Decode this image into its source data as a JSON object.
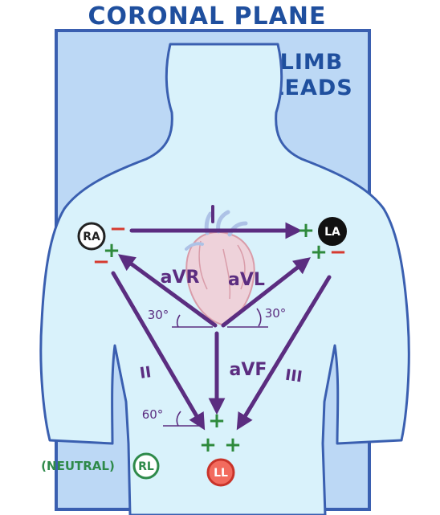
{
  "title": "CORONAL PLANE",
  "subtitle": [
    "LIMB",
    "LEADS"
  ],
  "electrodes": {
    "ra": "RA",
    "la": "LA",
    "rl": "RL",
    "ll": "LL"
  },
  "neutral_label": "(NEUTRAL)",
  "leads": {
    "lead_i": "I",
    "lead_ii": "II",
    "lead_iii": "III",
    "avr": "aVR",
    "avl": "aVL",
    "avf": "aVF"
  },
  "angles": {
    "avr_angle": "30°",
    "avl_angle": "30°",
    "lead_ii_angle": "60°"
  },
  "polarity": {
    "plus": "+",
    "minus": "−"
  },
  "colors": {
    "background_panel": "#bcd8f5",
    "body_fill": "#d9f2fb",
    "outline": "#3a5fb0",
    "arrow": "#5b2d80",
    "plus": "#2e8a3c",
    "minus": "#d63a2f",
    "rl_ring": "#2e8a4a",
    "ll_ring": "#d63a2f"
  }
}
